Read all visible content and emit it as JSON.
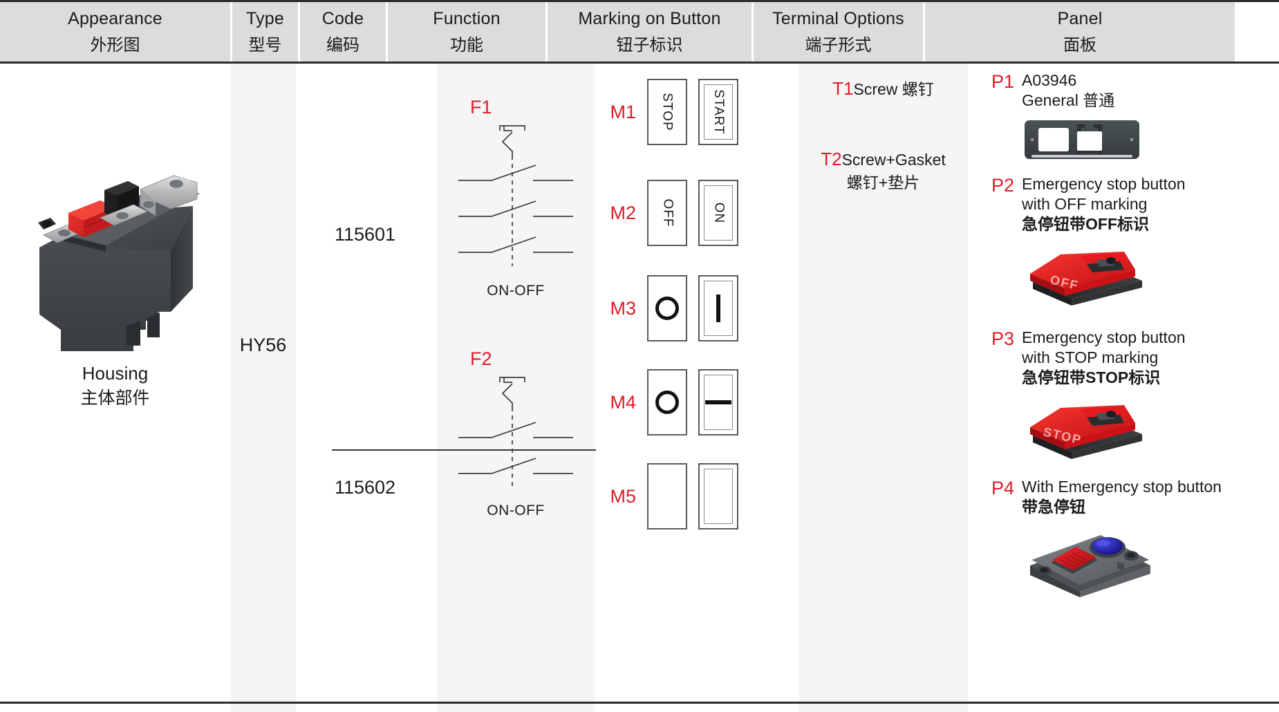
{
  "table": {
    "columns": [
      {
        "id": "appearance",
        "en": "Appearance",
        "cn": "外形图"
      },
      {
        "id": "type",
        "en": "Type",
        "cn": "型号"
      },
      {
        "id": "code",
        "en": "Code",
        "cn": "编码"
      },
      {
        "id": "function",
        "en": "Function",
        "cn": "功能"
      },
      {
        "id": "marking",
        "en": "Marking on Button",
        "cn": "钮子标识"
      },
      {
        "id": "terminal",
        "en": "Terminal Options",
        "cn": "端子形式"
      },
      {
        "id": "panel",
        "en": "Panel",
        "cn": "面板"
      }
    ]
  },
  "appearance": {
    "label_en": "Housing",
    "label_cn": "主体部件",
    "image_name": "switch-housing-3d-render",
    "colors": {
      "body": "#4a4a4c",
      "button": "#e02020",
      "terminal": "#b8b8ba",
      "black_part": "#1a1a1a"
    }
  },
  "type": {
    "value": "HY56"
  },
  "codes": [
    {
      "value": "115601"
    },
    {
      "value": "115602"
    }
  ],
  "functions": [
    {
      "tag": "F1",
      "caption": "ON-OFF",
      "poles": 3,
      "diagram_name": "three-pole-on-off-switch-schematic"
    },
    {
      "tag": "F2",
      "caption": "ON-OFF",
      "poles": 2,
      "diagram_name": "two-pole-on-off-switch-schematic"
    }
  ],
  "markings": [
    {
      "tag": "M1",
      "left": {
        "style": "flat",
        "glyph": "text",
        "text": "STOP"
      },
      "right": {
        "style": "bevel",
        "glyph": "text",
        "text": "START"
      }
    },
    {
      "tag": "M2",
      "left": {
        "style": "flat",
        "glyph": "text",
        "text": "OFF"
      },
      "right": {
        "style": "bevel",
        "glyph": "text",
        "text": "ON"
      }
    },
    {
      "tag": "M3",
      "left": {
        "style": "flat",
        "glyph": "circle",
        "text": ""
      },
      "right": {
        "style": "bevel",
        "glyph": "bar-vertical",
        "text": ""
      }
    },
    {
      "tag": "M4",
      "left": {
        "style": "flat",
        "glyph": "circle",
        "text": ""
      },
      "right": {
        "style": "bevel",
        "glyph": "bar-horizontal",
        "text": ""
      }
    },
    {
      "tag": "M5",
      "left": {
        "style": "flat",
        "glyph": "blank",
        "text": ""
      },
      "right": {
        "style": "bevel",
        "glyph": "blank",
        "text": ""
      }
    }
  ],
  "terminals": [
    {
      "tag": "T1",
      "line1": "Screw  螺钉",
      "line2": ""
    },
    {
      "tag": "T2",
      "line1": "Screw+Gasket",
      "line2": "螺钉+垫片"
    }
  ],
  "panels": [
    {
      "tag": "P1",
      "line1": "A03946",
      "line2": "General  普通",
      "line3": "",
      "image_name": "general-panel-plate",
      "colors": {
        "plate": "#3f4548",
        "cutout": "#ffffff"
      }
    },
    {
      "tag": "P2",
      "line1": "Emergency  stop button",
      "line2": "with OFF marking",
      "line3": "急停钮带OFF标识",
      "image_name": "emergency-stop-panel-off",
      "colors": {
        "cap": "#e8131a",
        "base": "#3a3a3c",
        "marking": "OFF"
      }
    },
    {
      "tag": "P3",
      "line1": "Emergency  stop button",
      "line2": "with STOP marking",
      "line3": "急停钮带STOP标识",
      "image_name": "emergency-stop-panel-stop",
      "colors": {
        "cap": "#e8131a",
        "base": "#3a3a3c",
        "marking": "STOP"
      }
    },
    {
      "tag": "P4",
      "line1": "With Emergency  stop button",
      "line2": "带急停钮",
      "line3": "",
      "image_name": "panel-with-emergency-stop-button",
      "colors": {
        "body": "#6e7276",
        "red_button": "#d8161c",
        "blue_button": "#1616b0"
      }
    }
  ],
  "theme": {
    "accent_red": "#e01b28",
    "header_bg": "#dcdcdc",
    "tint_bg": "#f5f5f5",
    "rule": "#2b2b2b",
    "text": "#1a1a1a"
  }
}
